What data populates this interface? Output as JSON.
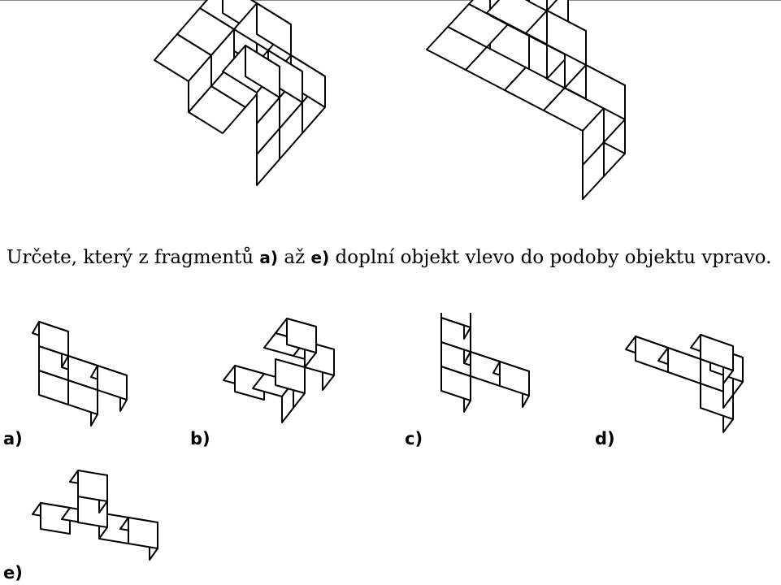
{
  "prompt": {
    "part1": "Určete, který z fragmentů ",
    "from_label": "a)",
    "part2": " až ",
    "to_label": "e)",
    "part3": " doplní objekt vlevo do podoby objektu vpravo."
  },
  "options": [
    {
      "label": "a)"
    },
    {
      "label": "b)"
    },
    {
      "label": "c)"
    },
    {
      "label": "d)"
    },
    {
      "label": "e)"
    }
  ]
}
